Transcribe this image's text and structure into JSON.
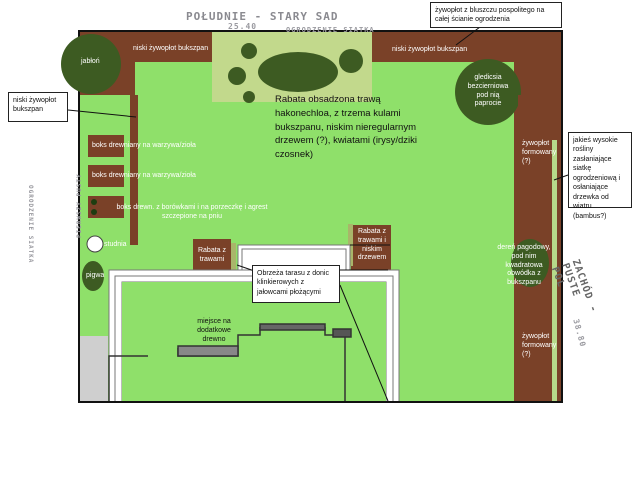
{
  "headings": {
    "south": "POŁUDNIE - STARY SAD",
    "south_dim": "25.40",
    "south_fence": "OGRODZENIE SIATKA",
    "west_fence": "OGRODZENIE SIATKA",
    "west_neighbour": "PIERWSZY PUSTY",
    "east": "ZACHÓD - PUSTE POL",
    "east_dim": "38.80"
  },
  "beds": {
    "hedge_top_left": "niski żywopłot bukszpan",
    "hedge_top_right": "niski żywopłot bukszpan",
    "apple": "jabłoń",
    "gleditsia": "gledicsia bezcierniowa pod nią paprocie",
    "box1": "boks drewniany na warzywa/zioła",
    "box2": "boks drewniany na warzywa/zioła",
    "box3": "boks drewn. z borówkami i na porzeczkę i agrest szczepione na pniu",
    "well": "studnia",
    "quince": "pigwa",
    "rabata_left": "Rabata z trawami",
    "rabata_right": "Rabata z trawami i niskim drzewem",
    "hedge_right_top": "żywopłot formowany (?)",
    "dogwood": "dereń pagodowy, pod nim kwadratowa obwódka z bukszpanu",
    "hedge_right_bottom": "żywopłot formowany (?)",
    "wood_storage": "miejsce na dodatkowe drewno",
    "rabata_main": "Rabata obsadzona trawą hakonechloa, z trzema kulami bukszpanu, niskim nieregularnym drzewem (?), kwiatami (irysy/dziki czosnek)"
  },
  "callouts": {
    "ivy": "żywopłot z bluszczu pospolitego na całej ścianie ogrodzenia",
    "low_hedge": "niski żywopłot bukszpan",
    "tall_plants": "jakieś wysokie rośliny zasłaniające siatkę ogrodzeniową i osłaniające drzewka od wiatru (bambus?)",
    "terrace": "Obrzeża tarasu z donic klinkierowych z jałowcami płożącymi"
  },
  "colors": {
    "lawn": "#8fe06a",
    "hedge": "#7a4128",
    "tree": "#3d5b22",
    "plaza": "#c2d98c",
    "paving": "#cfcfcf"
  }
}
